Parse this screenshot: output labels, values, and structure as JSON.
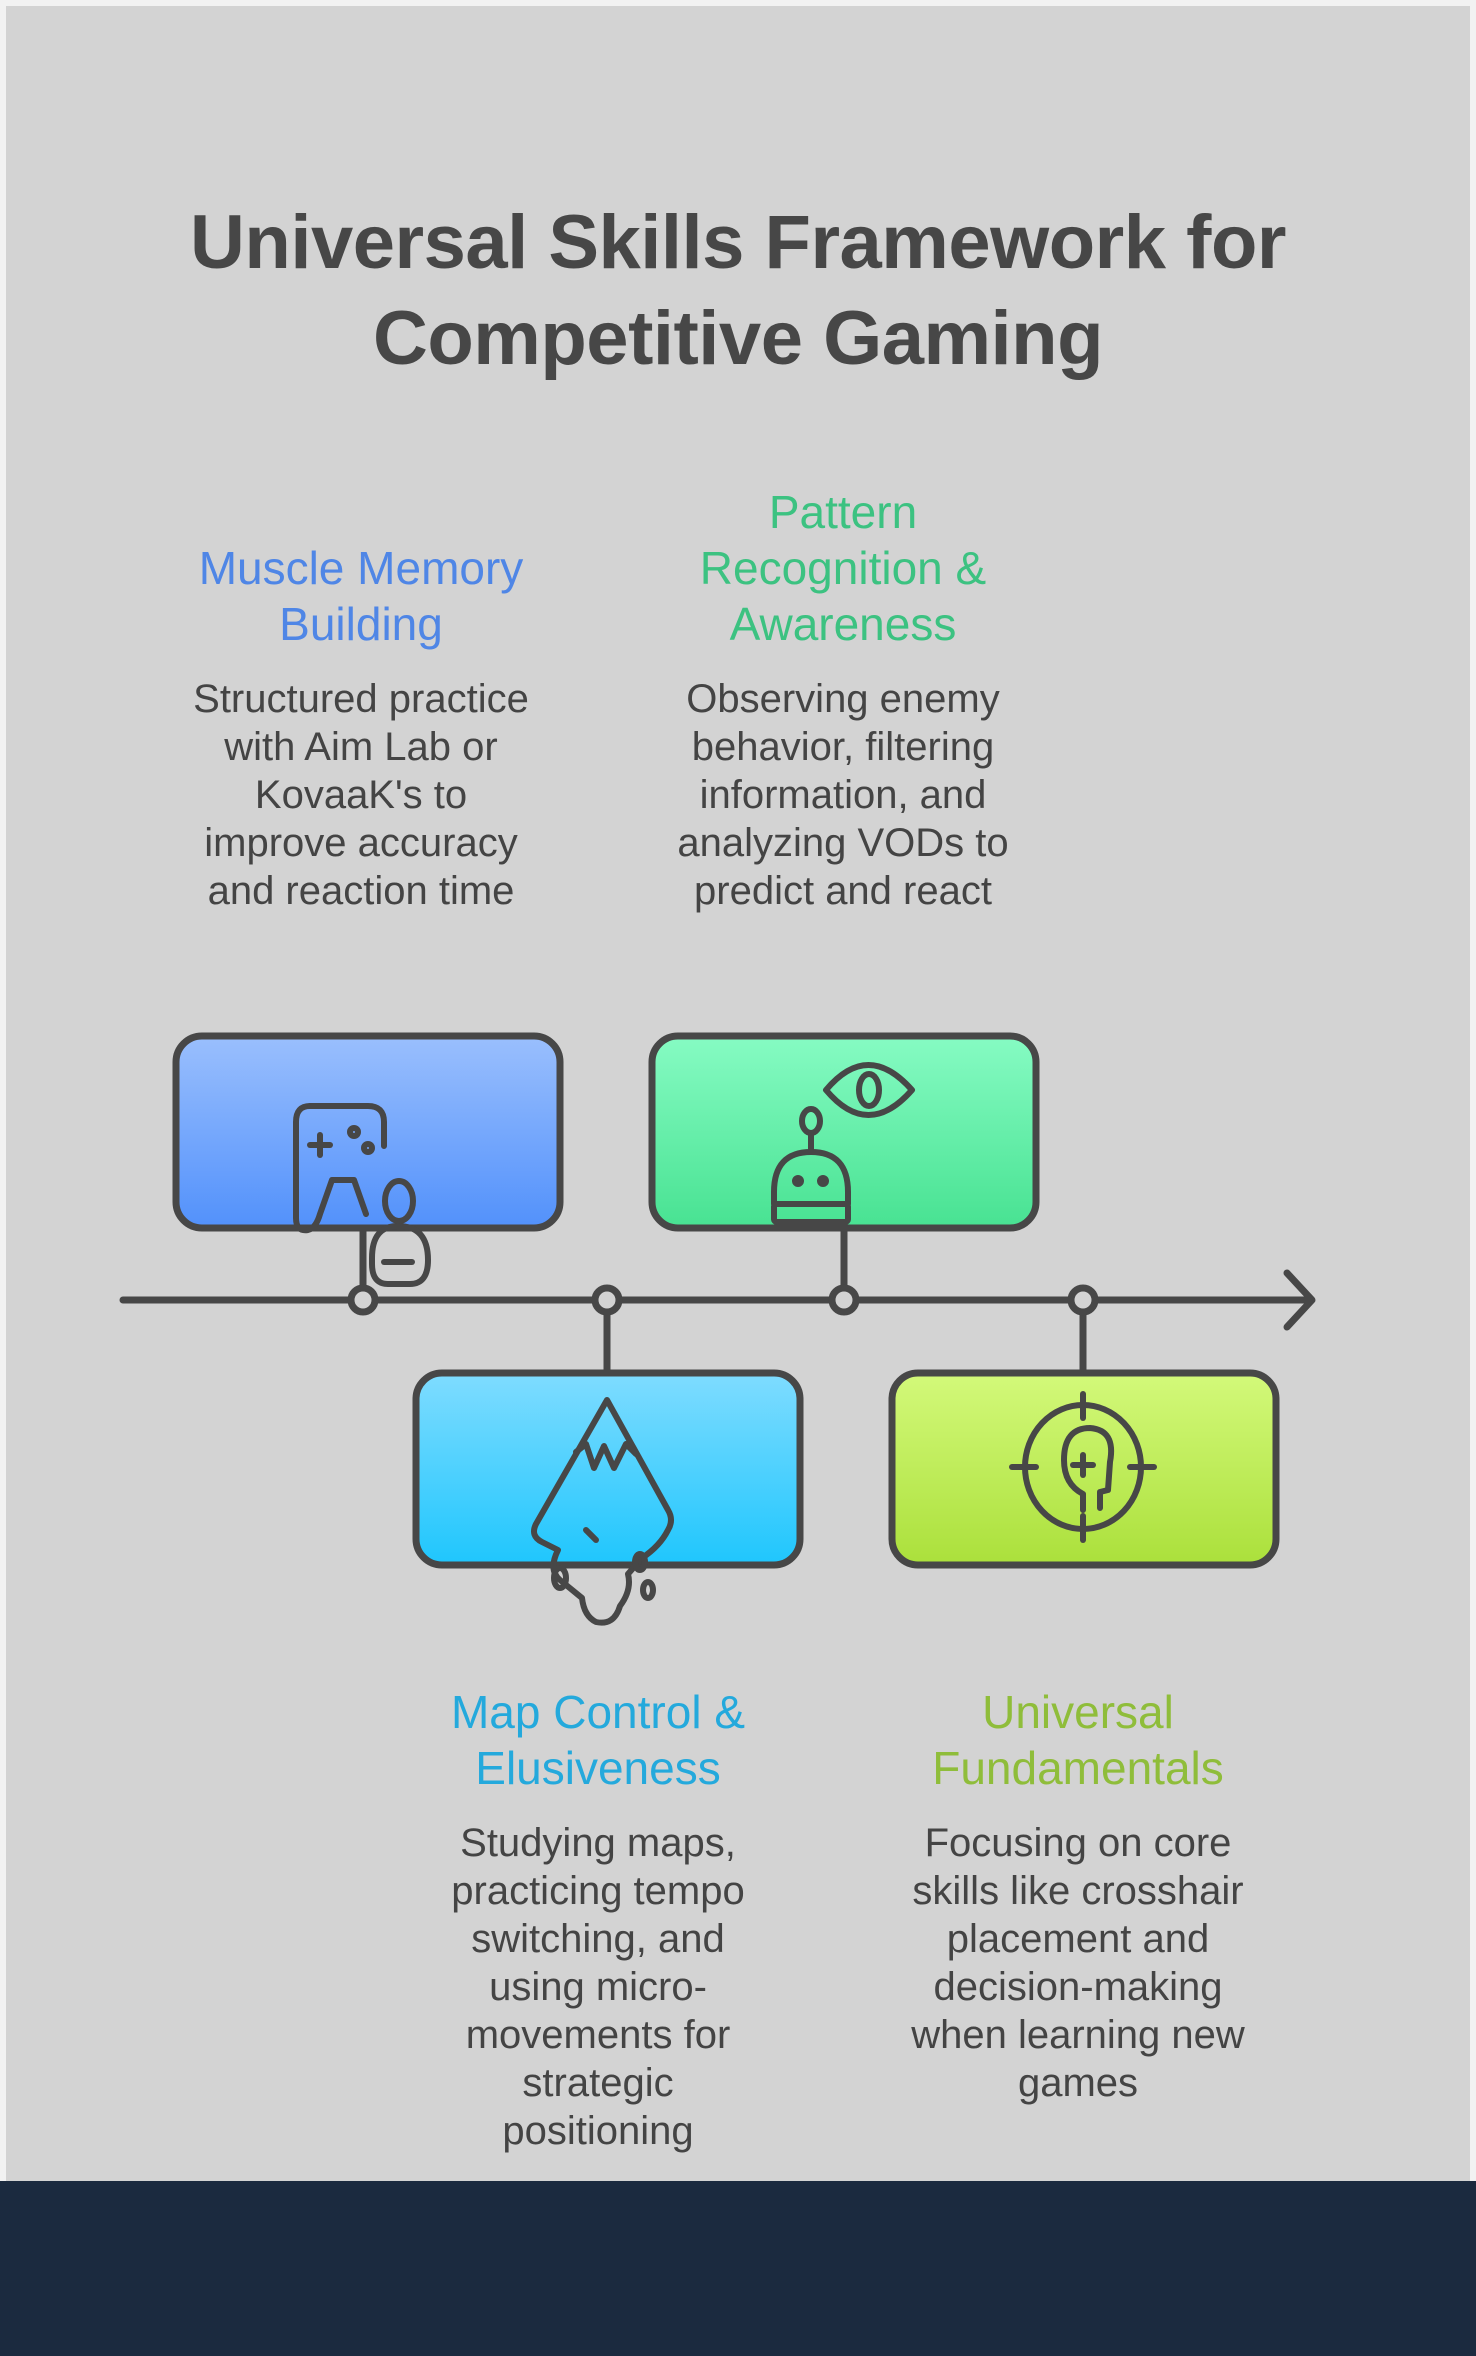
{
  "title": "Universal Skills Framework for Competitive Gaming",
  "title_lines": [
    "Universal Skills Framework for",
    "Competitive Gaming"
  ],
  "skills": [
    {
      "id": "muscle-memory",
      "heading_lines": [
        "Muscle Memory",
        "Building"
      ],
      "description_lines": [
        "Structured practice",
        "with Aim Lab or",
        "KovaaK's to",
        "improve accuracy",
        "and reaction time"
      ],
      "icon": "gamepad-player-icon",
      "position": "above",
      "heading_color": "#4f86e6",
      "box_gradient": [
        "#9abffd",
        "#5291fb"
      ]
    },
    {
      "id": "map-control",
      "heading_lines": [
        "Map Control &",
        "Elusiveness"
      ],
      "description_lines": [
        "Studying maps,",
        "practicing tempo",
        "switching, and",
        "using micro-",
        "movements for",
        "strategic",
        "positioning"
      ],
      "icon": "iceberg-icon",
      "position": "below",
      "heading_color": "#24a9dc",
      "box_gradient": [
        "#7fdcff",
        "#1fc6fd"
      ]
    },
    {
      "id": "pattern-recognition",
      "heading_lines": [
        "Pattern",
        "Recognition &",
        "Awareness"
      ],
      "description_lines": [
        "Observing enemy",
        "behavior, filtering",
        "information, and",
        "analyzing VODs to",
        "predict and react"
      ],
      "icon": "robot-eye-icon",
      "position": "above",
      "heading_color": "#3cc281",
      "box_gradient": [
        "#86fbc3",
        "#48e292"
      ]
    },
    {
      "id": "universal-fundamentals",
      "heading_lines": [
        "Universal",
        "Fundamentals"
      ],
      "description_lines": [
        "Focusing on core",
        "skills like crosshair",
        "placement and",
        "decision-making",
        "when learning new",
        "games"
      ],
      "icon": "crosshair-head-icon",
      "position": "below",
      "heading_color": "#8fbd3a",
      "box_gradient": [
        "#d3f97a",
        "#abe03b"
      ]
    }
  ],
  "colors": {
    "panel_bg": "#d3d3d3",
    "footer_bg": "#1b2a3f",
    "stroke": "#474747",
    "title": "#474747",
    "body_text": "#444444"
  }
}
